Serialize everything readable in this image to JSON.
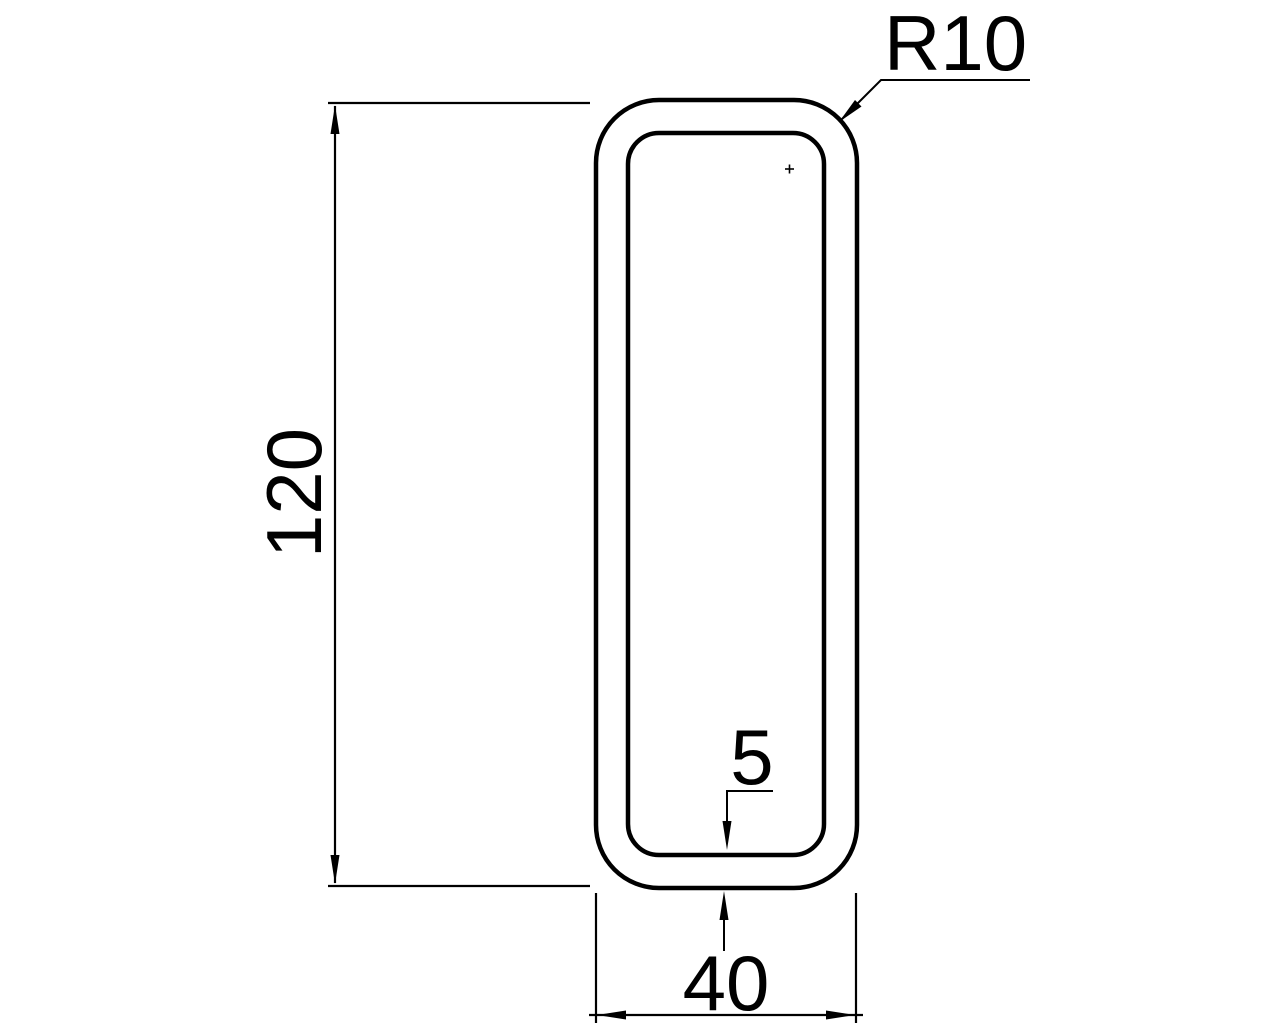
{
  "drawing": {
    "background_color": "#ffffff",
    "line_color": "#000000",
    "labels": {
      "height": "120",
      "width": "40",
      "wall_thickness": "5",
      "corner_radius": "R10"
    }
  }
}
